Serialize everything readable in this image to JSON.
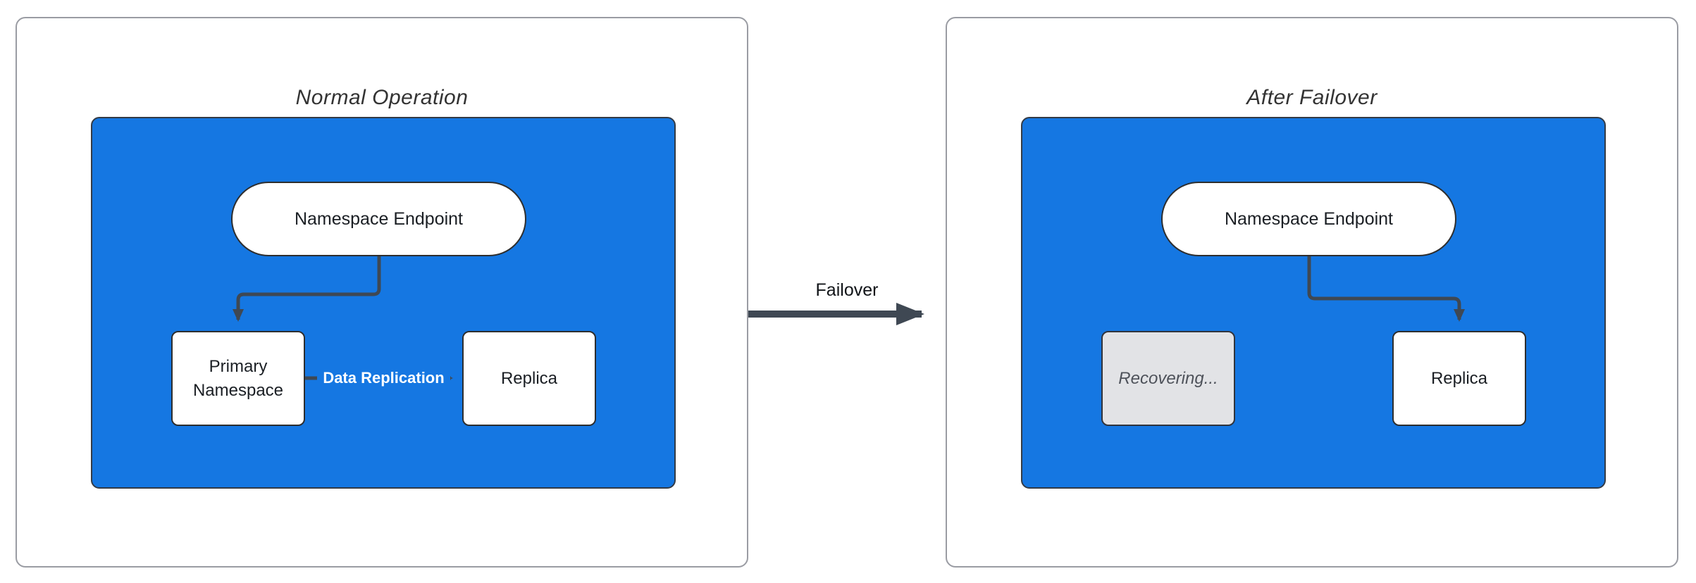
{
  "diagram": {
    "left_panel": {
      "title": "Normal Operation",
      "endpoint_label": "Namespace Endpoint",
      "primary_label": "Primary Namespace",
      "replica_label": "Replica",
      "replication_edge_label": "Data Replication"
    },
    "right_panel": {
      "title": "After Failover",
      "endpoint_label": "Namespace Endpoint",
      "recovering_label": "Recovering...",
      "replica_label": "Replica"
    },
    "failover_edge_label": "Failover"
  },
  "colors": {
    "container_blue": "#1577e2",
    "container_border": "#333b46",
    "node_fill": "#ffffff",
    "node_border": "#2e2e2e",
    "node_text": "#1b1f24",
    "recovering_fill": "#e2e3e6",
    "recovering_text": "#4e525a",
    "edge_stroke": "#3f4853",
    "edge_label_text": "#ffffff",
    "panel_border": "#9a9ca3",
    "title_text": "#333333"
  }
}
